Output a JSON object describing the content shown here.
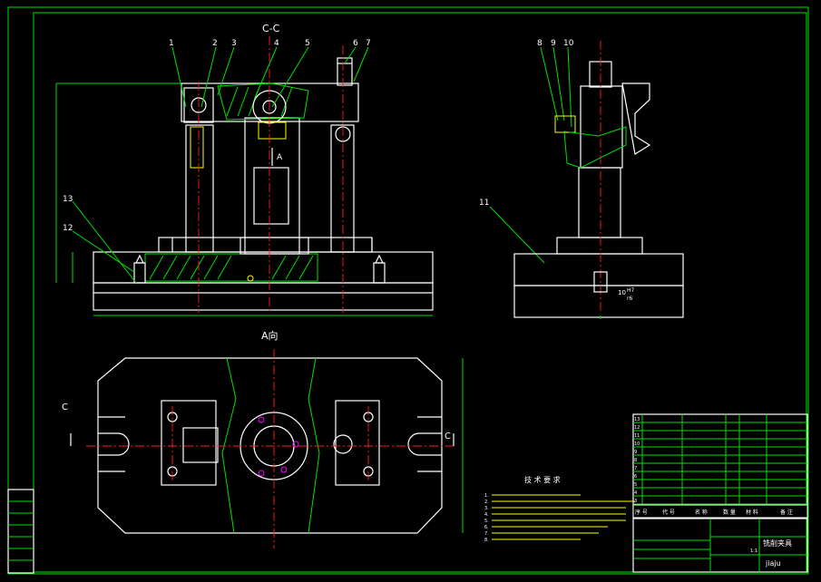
{
  "views": {
    "section_title": "C-C",
    "direction_title": "A向",
    "direction_arrow_label": "A",
    "cut_mark_left": "C",
    "cut_mark_right": "C"
  },
  "balloons": [
    "1",
    "2",
    "3",
    "4",
    "5",
    "6",
    "7",
    "8",
    "9",
    "10",
    "11",
    "12",
    "13"
  ],
  "dimensions": {
    "fit_size": "10",
    "fit_upper": "H7",
    "fit_lower": "r6"
  },
  "technical_requirements": {
    "title": "技 术 要 求",
    "items": [
      "1.",
      "2.",
      "3.",
      "4.",
      "5.",
      "6.",
      "7.",
      "8."
    ]
  },
  "bom": {
    "row_numbers": [
      "13",
      "12",
      "11",
      "10",
      "9",
      "8",
      "7",
      "6",
      "5",
      "4",
      "3",
      "2",
      "1"
    ],
    "header": [
      "序 号",
      "代 号",
      "名 称",
      "数 量",
      "材 料",
      "备 注"
    ]
  },
  "title_block": {
    "drawing_name": "铣削夹具",
    "drawer_signature": "jiaju",
    "scale": "1:1"
  },
  "colors": {
    "background": "#000000",
    "outline": "#00e000",
    "visible_edges": "#ffffff",
    "center_lines": "#ff2020",
    "labels": "#ffff00",
    "hatch": "#00e000"
  }
}
